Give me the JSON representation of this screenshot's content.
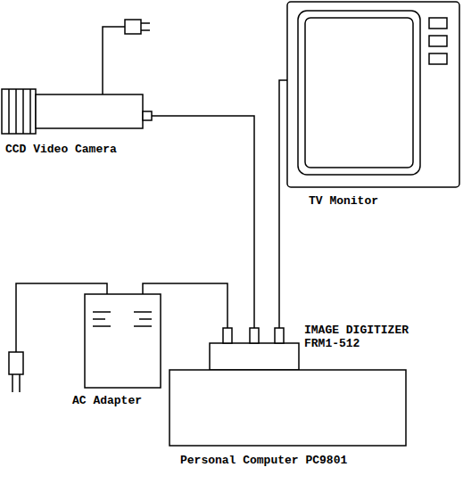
{
  "diagram": {
    "nodes": [
      {
        "text": [
          "CCD Video Camera"
        ]
      },
      {
        "text": [
          "TV Monitor"
        ]
      },
      {
        "text": [
          "AC Adapter"
        ]
      },
      {
        "text": [
          "IMAGE DIGITIZER FRM1-512"
        ]
      },
      {
        "text": [
          "Personal Computer PC9801"
        ]
      }
    ],
    "edges": [
      {
        "from": 0,
        "to": 3,
        "arrow": "none"
      },
      {
        "from": 1,
        "to": 3,
        "arrow": "none"
      },
      {
        "from": 2,
        "to": 3,
        "arrow": "none"
      }
    ]
  }
}
